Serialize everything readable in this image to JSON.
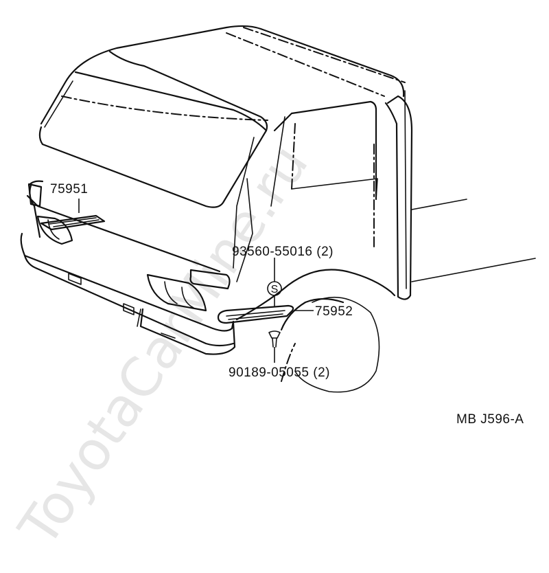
{
  "watermark": "ToyotaCarMine.ru",
  "parts": {
    "front_grille_vent": "75951",
    "side_vent": "75952",
    "screw": "93560-55016 (2)",
    "clip": "90189-05055 (2)"
  },
  "figure_code": "MB  J596-A"
}
